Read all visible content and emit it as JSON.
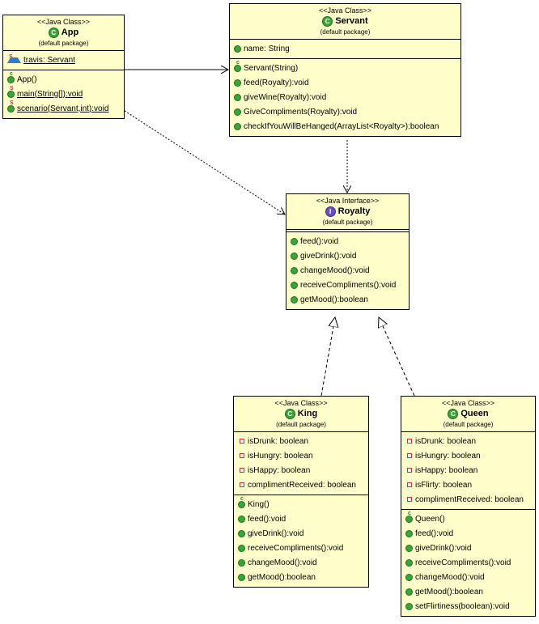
{
  "classes": {
    "app": {
      "stereotype": "<<Java Class>>",
      "name": "App",
      "package": "(default package)",
      "badge": "C",
      "fields": [
        {
          "text": "travis: Servant",
          "vis": "package",
          "static": true
        }
      ],
      "methods": [
        {
          "text": "App()",
          "vis": "public",
          "ctor": true
        },
        {
          "text": "main(String[]):void",
          "vis": "public",
          "static": true
        },
        {
          "text": "scenario(Servant,int):void",
          "vis": "public",
          "static": true
        }
      ]
    },
    "servant": {
      "stereotype": "<<Java Class>>",
      "name": "Servant",
      "package": "(default package)",
      "badge": "C",
      "fields": [
        {
          "text": "name: String",
          "vis": "public"
        }
      ],
      "methods": [
        {
          "text": "Servant(String)",
          "vis": "public",
          "ctor": true
        },
        {
          "text": "feed(Royalty):void",
          "vis": "public"
        },
        {
          "text": "giveWine(Royalty):void",
          "vis": "public"
        },
        {
          "text": "GiveCompliments(Royalty):void",
          "vis": "public"
        },
        {
          "text": "checkIfYouWillBeHanged(ArrayList<Royalty>):boolean",
          "vis": "public"
        }
      ]
    },
    "royalty": {
      "stereotype": "<<Java Interface>>",
      "name": "Royalty",
      "package": "(default package)",
      "badge": "I",
      "fields": [],
      "methods": [
        {
          "text": "feed():void",
          "vis": "public"
        },
        {
          "text": "giveDrink():void",
          "vis": "public"
        },
        {
          "text": "changeMood():void",
          "vis": "public"
        },
        {
          "text": "receiveCompliments():void",
          "vis": "public"
        },
        {
          "text": "getMood():boolean",
          "vis": "public"
        }
      ]
    },
    "king": {
      "stereotype": "<<Java Class>>",
      "name": "King",
      "package": "(default package)",
      "badge": "C",
      "fields": [
        {
          "text": "isDrunk: boolean",
          "vis": "private"
        },
        {
          "text": "isHungry: boolean",
          "vis": "private"
        },
        {
          "text": "isHappy: boolean",
          "vis": "private"
        },
        {
          "text": "complimentReceived: boolean",
          "vis": "private"
        }
      ],
      "methods": [
        {
          "text": "King()",
          "vis": "public",
          "ctor": true
        },
        {
          "text": "feed():void",
          "vis": "public"
        },
        {
          "text": "giveDrink():void",
          "vis": "public"
        },
        {
          "text": "receiveCompliments():void",
          "vis": "public"
        },
        {
          "text": "changeMood():void",
          "vis": "public"
        },
        {
          "text": "getMood():boolean",
          "vis": "public"
        }
      ]
    },
    "queen": {
      "stereotype": "<<Java Class>>",
      "name": "Queen",
      "package": "(default package)",
      "badge": "C",
      "fields": [
        {
          "text": "isDrunk: boolean",
          "vis": "private"
        },
        {
          "text": "isHungry: boolean",
          "vis": "private"
        },
        {
          "text": "isHappy: boolean",
          "vis": "private"
        },
        {
          "text": "isFlirty: boolean",
          "vis": "private"
        },
        {
          "text": "complimentReceived: boolean",
          "vis": "private"
        }
      ],
      "methods": [
        {
          "text": "Queen()",
          "vis": "public",
          "ctor": true
        },
        {
          "text": "feed():void",
          "vis": "public"
        },
        {
          "text": "giveDrink():void",
          "vis": "public"
        },
        {
          "text": "receiveCompliments():void",
          "vis": "public"
        },
        {
          "text": "changeMood():void",
          "vis": "public"
        },
        {
          "text": "getMood():boolean",
          "vis": "public"
        },
        {
          "text": "setFlirtiness(boolean):void",
          "vis": "public"
        }
      ]
    }
  },
  "relations": [
    {
      "from": "app",
      "to": "servant",
      "kind": "association"
    },
    {
      "from": "app",
      "to": "royalty",
      "kind": "dependency"
    },
    {
      "from": "servant",
      "to": "royalty",
      "kind": "dependency"
    },
    {
      "from": "king",
      "to": "royalty",
      "kind": "realization"
    },
    {
      "from": "queen",
      "to": "royalty",
      "kind": "realization"
    }
  ],
  "colors": {
    "box_fill": "#ffffcc",
    "public_icon": "#3aa63a",
    "private_icon": "#c0392b",
    "package_icon": "#3a78c8",
    "interface_badge": "#6a4fb8"
  }
}
